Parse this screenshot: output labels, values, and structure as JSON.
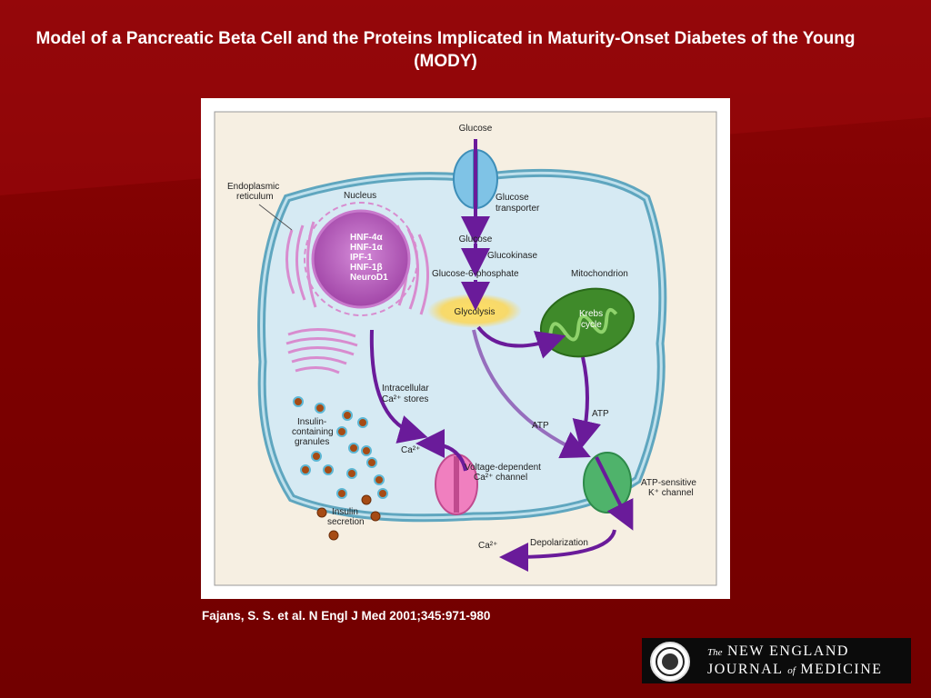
{
  "slide": {
    "title": "Model of a Pancreatic Beta Cell and the Proteins Implicated in Maturity-Onset Diabetes of the Young (MODY)",
    "citation": "Fajans, S. S. et al. N Engl J Med 2001;345:971-980"
  },
  "figure": {
    "glucose_top": "Glucose",
    "glucose_transporter": [
      "Glucose",
      "transporter"
    ],
    "endoplasmic_reticulum": [
      "Endoplasmic",
      "reticulum"
    ],
    "nucleus": "Nucleus",
    "nucleus_proteins": [
      "HNF-4α",
      "HNF-1α",
      "IPF-1",
      "HNF-1β",
      "NeuroD1"
    ],
    "glucose_inside": "Glucose",
    "glucokinase": "Glucokinase",
    "glucose_6_phosphate": "Glucose-6-phosphate",
    "mitochondrion": "Mitochondrion",
    "glycolysis": "Glycolysis",
    "krebs_cycle": [
      "Krebs",
      "cycle"
    ],
    "intracellular_ca_stores": [
      "Intracellular",
      "Ca²⁺ stores"
    ],
    "insulin_granules": [
      "Insulin-",
      "containing",
      "granules"
    ],
    "atp_left": "ATP",
    "atp_right": "ATP",
    "ca_inside": "Ca²⁺",
    "voltage_channel": [
      "Voltage-dependent",
      "Ca²⁺ channel"
    ],
    "katp_channel": [
      "ATP-sensitive",
      "K⁺ channel"
    ],
    "insulin_secretion": [
      "Insulin",
      "secretion"
    ],
    "ca_outside": "Ca²⁺",
    "depolarization": "Depolarization"
  },
  "logo": {
    "the": "The",
    "line1": "NEW ENGLAND",
    "line2a": "JOURNAL",
    "of": "of",
    "line2b": "MEDICINE"
  },
  "colors": {
    "background": "#7d0000",
    "cell_fill": "#d6eaf3",
    "cell_membrane": "#5fa6bf",
    "nucleus": "#b04fb5",
    "mitochondrion": "#3f8a2a",
    "arrow": "#6a1b9a",
    "glycolysis_glow": "#ffd54a"
  }
}
